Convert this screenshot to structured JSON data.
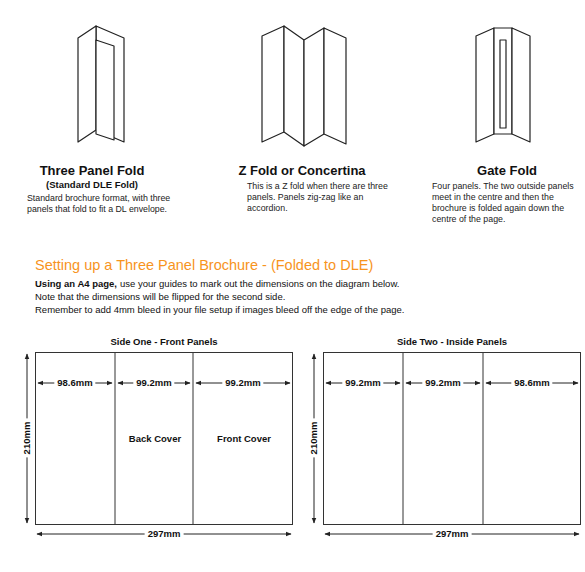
{
  "diagram": {
    "nodes": [
      {
        "text": [
          "Side One - Front Panels"
        ]
      },
      {
        "text": [
          "Back Cover"
        ],
        "in": 0
      },
      {
        "text": [
          "Front Cover"
        ],
        "in": 0
      },
      {
        "text": [
          "Side Two - Inside Panels"
        ]
      }
    ],
    "labels": [
      "Three Panel Fold",
      "(Standard DLE Fold)",
      "Standard brochure format, with three panels that fold to fit a DL envelope.",
      "Z Fold or Concertina",
      "This is a Z fold when there are three panels. Panels zig-zag like an accordion.",
      "Gate Fold",
      "Four panels. The two outside panels meet in the centre and then the brochure is folded again down the centre of the page.",
      "Setting up a Three Panel Brochure - (Folded to DLE)",
      "Using an A4 page,",
      "use your guides to mark out the dimensions on the diagram below.",
      "Note that the dimensions will be flipped for the second side.",
      "Remember to add 4mm bleed in your file setup if images bleed off the edge of the page.",
      "98.6mm",
      "99.2mm",
      "99.2mm",
      "210mm",
      "297mm",
      "99.2mm",
      "99.2mm",
      "98.6mm",
      "210mm",
      "297mm"
    ]
  }
}
